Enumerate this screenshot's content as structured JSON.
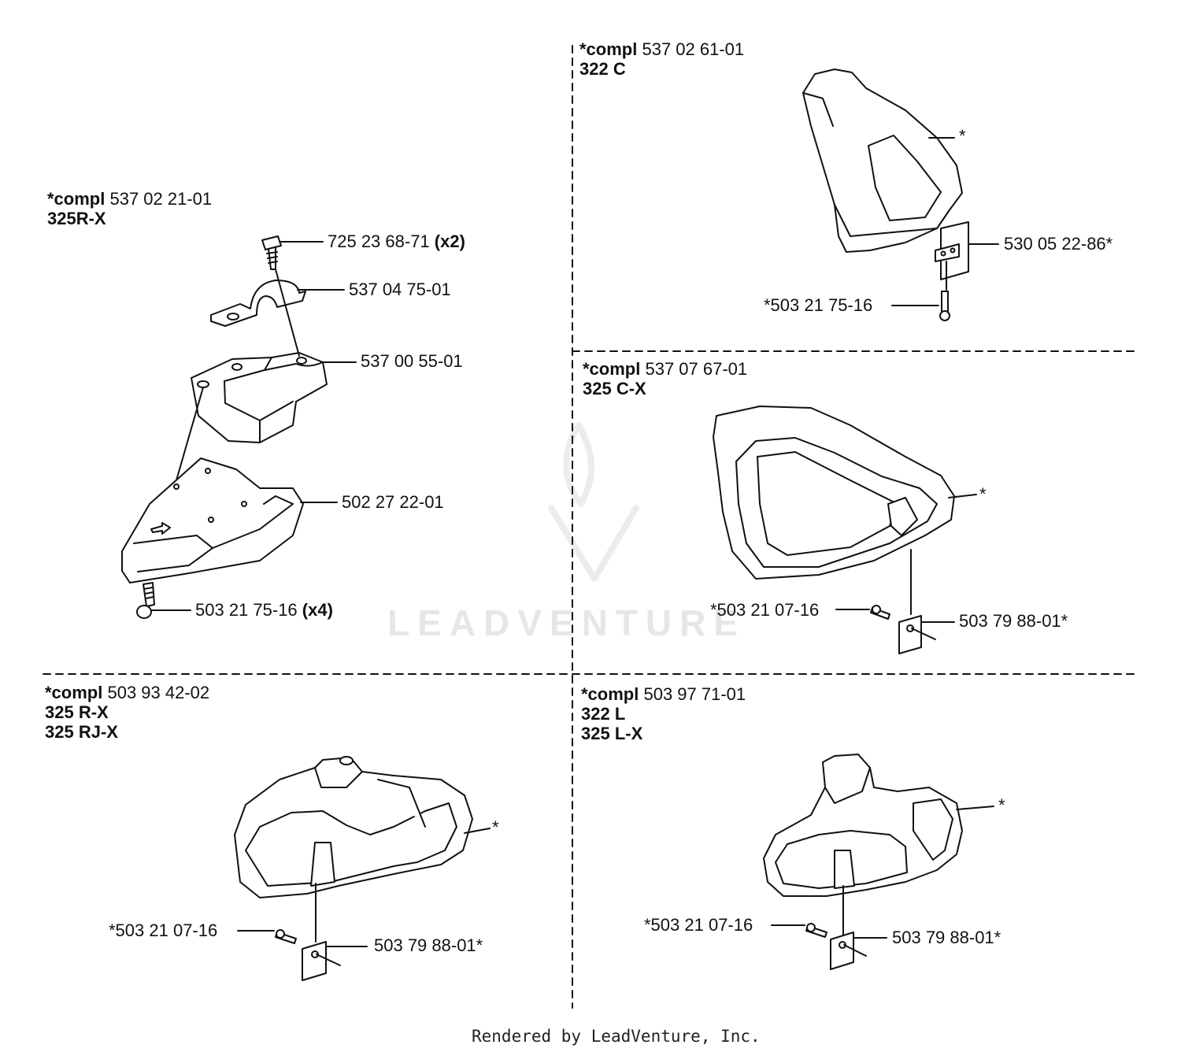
{
  "watermark": "LEADVENTURE",
  "footer": "Rendered by LeadVenture, Inc.",
  "compl_word": "*compl",
  "panels": {
    "p325rx": {
      "compl_no": "537 02 21-01",
      "models": [
        "325R-X"
      ],
      "parts": [
        {
          "no": "725 23 68-71",
          "qty": "(x2)"
        },
        {
          "no": "537 04 75-01"
        },
        {
          "no": "537 00 55-01"
        },
        {
          "no": "502 27 22-01"
        },
        {
          "no": "503 21 75-16",
          "qty": "(x4)"
        }
      ]
    },
    "p322c": {
      "compl_no": "537 02 61-01",
      "models": [
        "322 C"
      ],
      "parts": [
        {
          "no": "*"
        },
        {
          "no": "530 05 22-86*"
        },
        {
          "no": "*503 21 75-16"
        }
      ]
    },
    "p325cx": {
      "compl_no": "537 07 67-01",
      "models": [
        "325 C-X"
      ],
      "parts": [
        {
          "no": "*"
        },
        {
          "no": "*503 21 07-16"
        },
        {
          "no": "503 79 88-01*"
        }
      ]
    },
    "p325r": {
      "compl_no": "503 93 42-02",
      "models": [
        "325 R-X",
        "325 RJ-X"
      ],
      "parts": [
        {
          "no": "*"
        },
        {
          "no": "*503 21 07-16"
        },
        {
          "no": "503 79 88-01*"
        }
      ]
    },
    "p322l": {
      "compl_no": "503 97 71-01",
      "models": [
        "322 L",
        "325 L-X"
      ],
      "parts": [
        {
          "no": "*"
        },
        {
          "no": "*503 21 07-16"
        },
        {
          "no": "503 79 88-01*"
        }
      ]
    }
  }
}
